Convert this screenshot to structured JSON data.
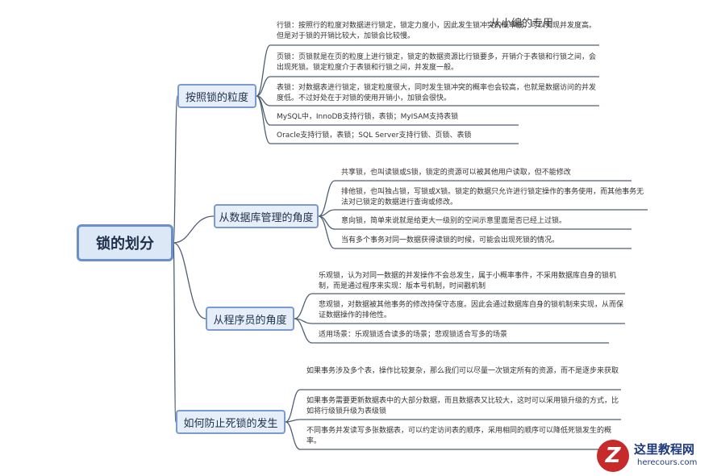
{
  "root": "锁的划分",
  "categories": [
    {
      "label": "按照锁的粒度",
      "leaves": [
        "行锁：按照行的粒度对数据进行锁定，锁定力度小，因此发生锁冲突的概率低，可以实现并发度高。但是对于锁的开销比较大，加锁会比较慢。",
        "页锁：页锁就是在页的粒度上进行锁定，锁定的数据资源比行锁要多，开销介于表锁和行锁之间，会出现死锁。锁定粒度介于表锁和行锁之间，并发度一般。",
        "表锁：对数据表进行锁定，锁定粒度很大，同时发生锁冲突的概率也会较高，也就是数据访问的并发度低。不过好处在于对锁的使用开销小，加锁会很快。",
        "MySQL中，InnoDB支持行锁，表锁；MyISAM支持表锁",
        "Oracle支持行锁，表锁；SQL Server支持行锁、页锁、表锁"
      ]
    },
    {
      "label": "从数据库管理的角度",
      "leaves": [
        "共享锁，也叫读锁或S锁，锁定的资源可以被其他用户读取，但不能修改",
        "排他锁，也叫独占锁，写锁或X锁。锁定的数据只允许进行锁定操作的事务使用，而其他事务无法对已锁定的数据进行查询或修改。",
        "意向锁，简单来说就是给更大一级别的空间示意里面是否已经上过锁。",
        "当有多个事务对同一数据获得读锁的时候，可能会出现死锁的情况。"
      ]
    },
    {
      "label": "从程序员的角度",
      "leaves": [
        "乐观锁，认为对同一数据的并发操作不会总发生，属于小概率事件，不采用数据库自身的锁机制，而是通过程序来实现：版本号机制，时间戳机制",
        "悲观锁，对数据被其他事务的修改持保守态度。因此会通过数据库自身的锁机制来实现，从而保证数据操作的排他性。",
        "适用场景：乐观锁适合读多的场景；悲观锁适合写多的场景"
      ]
    },
    {
      "label": "如何防止死锁的发生",
      "leaves": [
        "如果事务涉及多个表，操作比较复杂，那么我们可以尽量一次锁定所有的资源，而不是逐步来获取",
        "如果事务需要更新数据表中的大部分数据，而且数据表又比较大，这时可以采用锁升级的方式，比如将行级锁升级为表级锁",
        "不同事务并发读写多张数据表，可以约定访问表的顺序，采用相同的顺序可以降低死锁发生的概率。"
      ]
    }
  ],
  "watermark": {
    "top_text": "从小编的专用",
    "logo_letter": "Z",
    "site_name": "这里教程网",
    "site_url": "herecours.com"
  },
  "colors": {
    "line": "#4f5f74",
    "root_border": "#6b8fc7",
    "box_fill": "#e6eef9"
  }
}
